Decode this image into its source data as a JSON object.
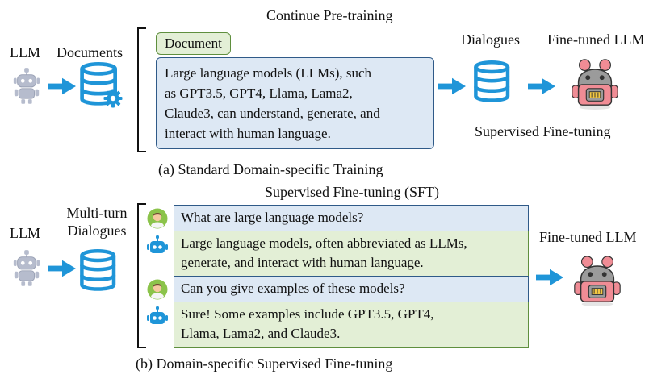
{
  "panel_a": {
    "top_title": "Continue Pre-training",
    "llm_label": "LLM",
    "documents_label": "Documents",
    "document_tag": "Document",
    "document_lines": [
      "Large language models (LLMs), such",
      "as GPT3.5, GPT4, Llama, Lama2,",
      "Claude3, can understand, generate, and",
      "interact with human language."
    ],
    "dialogues_label": "Dialogues",
    "finetuned_label": "Fine-tuned LLM",
    "sft_label": "Supervised Fine-tuning",
    "caption": "(a) Standard Domain-specific Training"
  },
  "panel_b": {
    "top_title": "Supervised Fine-tuning (SFT)",
    "llm_label": "LLM",
    "multiturn_label_1": "Multi-turn",
    "multiturn_label_2": "Dialogues",
    "turns": [
      {
        "role": "user",
        "lines": [
          "What are large language models?"
        ]
      },
      {
        "role": "assistant",
        "lines": [
          "Large language models, often abbreviated as LLMs,",
          "generate, and interact with human language."
        ]
      },
      {
        "role": "user",
        "lines": [
          "Can you give examples of these models?"
        ]
      },
      {
        "role": "assistant",
        "lines": [
          "Sure! Some examples include GPT3.5, GPT4,",
          "Llama, Lama2, and Claude3."
        ]
      }
    ],
    "finetuned_label": "Fine-tuned LLM",
    "caption": "(b) Domain-specific Supervised Fine-tuning"
  },
  "colors": {
    "accent_blue": "#1f95d8",
    "user_box_fill": "#dde8f4",
    "user_box_border": "#2f5a88",
    "answer_box_fill": "#e3efd6",
    "answer_box_border": "#5f8f3e",
    "robot_pink": "#f08c95",
    "robot_gray": "#9b9b9b",
    "llm_icon": "#b6bccd"
  }
}
